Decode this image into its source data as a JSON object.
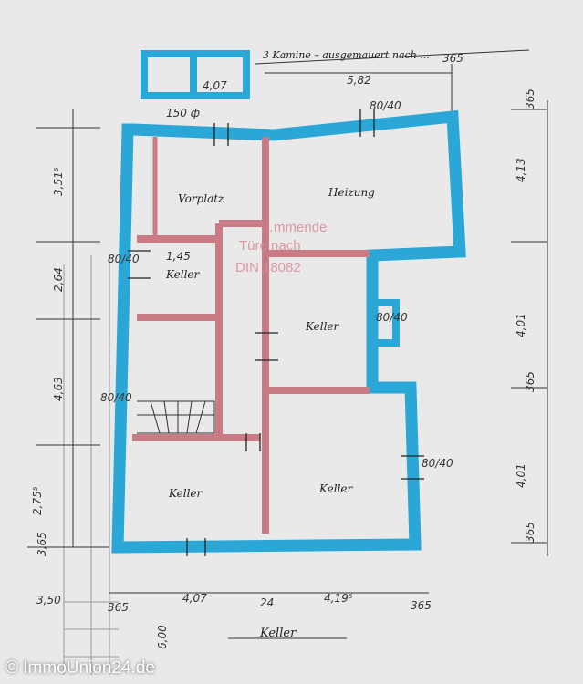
{
  "plan": {
    "top_note": "3 Kamine – ausgemauert nach ...",
    "rooms": [
      {
        "id": "vorplatz",
        "label": "Vorplatz"
      },
      {
        "id": "heizung",
        "label": "Heizung"
      },
      {
        "id": "keller1",
        "label": "Keller"
      },
      {
        "id": "keller2",
        "label": "Keller"
      },
      {
        "id": "keller3",
        "label": "Keller"
      },
      {
        "id": "keller4",
        "label": "Keller"
      },
      {
        "id": "keller5",
        "label": "Keller"
      }
    ],
    "dimensions": {
      "top_width": "5,82",
      "box_width": "4,07",
      "top_wall": "365",
      "right_1": "4,13",
      "right_2": "4,01",
      "right_3": "4,01",
      "right_wall_1": "365",
      "right_wall_2": "365",
      "right_wall_3": "365",
      "bottom_left": "3,50",
      "bottom_1": "4,07",
      "bottom_2": "4,19⁵",
      "bottom_mid": "24",
      "bottom_wall_1": "365",
      "bottom_wall_2": "365",
      "left_1": "3,51⁵",
      "left_2": "2,64",
      "left_3": "4,63",
      "left_4": "2,75⁵",
      "left_wall": "3,65",
      "vertical": "6,00",
      "chimney": "150 ф",
      "door_1": "80/40",
      "door_2": "80/40",
      "door_3": "80/40",
      "door_4": "80/40",
      "door_5": "80/40",
      "room_small": "1,45"
    },
    "stamp": [
      "…mmende",
      "Türe nach",
      "DIN 18082"
    ]
  },
  "watermark": "© ImmoUnion24.de",
  "colors": {
    "outer_wall": "#2aa7d6",
    "inner_wall": "#c97c86",
    "paper": "#e9e9ea"
  }
}
